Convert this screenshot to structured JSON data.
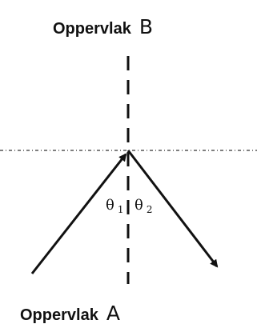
{
  "labels": {
    "top_surface_word": "Oppervlak",
    "top_surface_letter": "B",
    "bottom_surface_word": "Oppervlak",
    "bottom_surface_letter": "A",
    "angle_1_symbol": "θ",
    "angle_1_subscript": "1",
    "angle_2_symbol": "θ",
    "angle_2_subscript": "2"
  },
  "colors": {
    "line": "#111111",
    "background": "#ffffff"
  }
}
